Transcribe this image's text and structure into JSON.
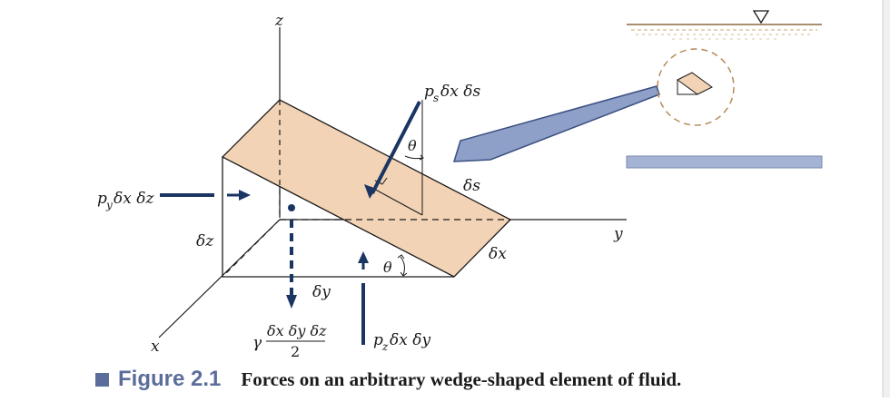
{
  "caption": {
    "label": "Figure 2.1",
    "text": "Forces on an arbitrary wedge-shaped element of fluid."
  },
  "axes": {
    "z": "z",
    "y": "y",
    "x": "x"
  },
  "labels": {
    "ps": "p",
    "ps_sub": "s",
    "ps_rest": " δx δs",
    "py": "p",
    "py_sub": "y",
    "py_rest": " δx δz",
    "pz": "p",
    "pz_sub": "z",
    "pz_rest": " δx δy",
    "theta_top": "θ",
    "theta_bottom": "θ",
    "ds": "δs",
    "dz": "δz",
    "dy": "δy",
    "dx": "δx",
    "gamma": "γ",
    "weight_num": "δx δy δz",
    "weight_den": "2"
  },
  "colors": {
    "wedge_fill": "#f2d3b5",
    "line": "#1a1a1a",
    "force": "#1b3563",
    "accent": "#5b6d9c",
    "inset_water": "#d6b58a",
    "inset_circle": "#b58b5a"
  }
}
